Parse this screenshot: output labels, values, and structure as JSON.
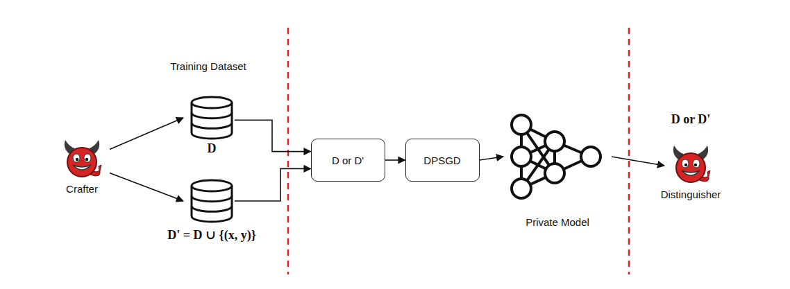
{
  "diagram": {
    "nodes": [
      {
        "text": [
          "Crafter"
        ]
      },
      {
        "text": [
          "D"
        ]
      },
      {
        "text": [
          "D' = D ∪ {(x, y)}"
        ]
      },
      {
        "text": [
          "D or D'"
        ]
      },
      {
        "text": [
          "DPSGD"
        ]
      },
      {
        "text": [
          "Private Model"
        ]
      },
      {
        "text": [
          "Distinguisher"
        ]
      }
    ],
    "edges": [
      {
        "from": 0,
        "to": 1,
        "arrow": "to"
      },
      {
        "from": 0,
        "to": 2,
        "arrow": "to"
      },
      {
        "from": 1,
        "to": 3,
        "arrow": "to"
      },
      {
        "from": 2,
        "to": 3,
        "arrow": "to"
      },
      {
        "from": 3,
        "to": 4,
        "arrow": "to"
      },
      {
        "from": 4,
        "to": 5,
        "arrow": "to"
      },
      {
        "from": 5,
        "to": 6,
        "arrow": "to"
      }
    ],
    "labels": [
      "Training Dataset",
      "D or D'"
    ]
  }
}
